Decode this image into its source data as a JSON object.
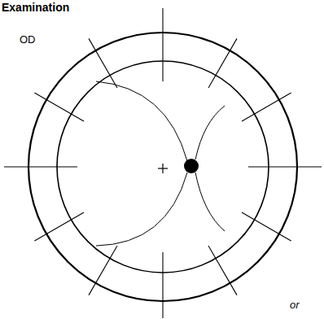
{
  "diagram": {
    "title": "Examination",
    "labels": [
      "OD",
      "or"
    ]
  }
}
